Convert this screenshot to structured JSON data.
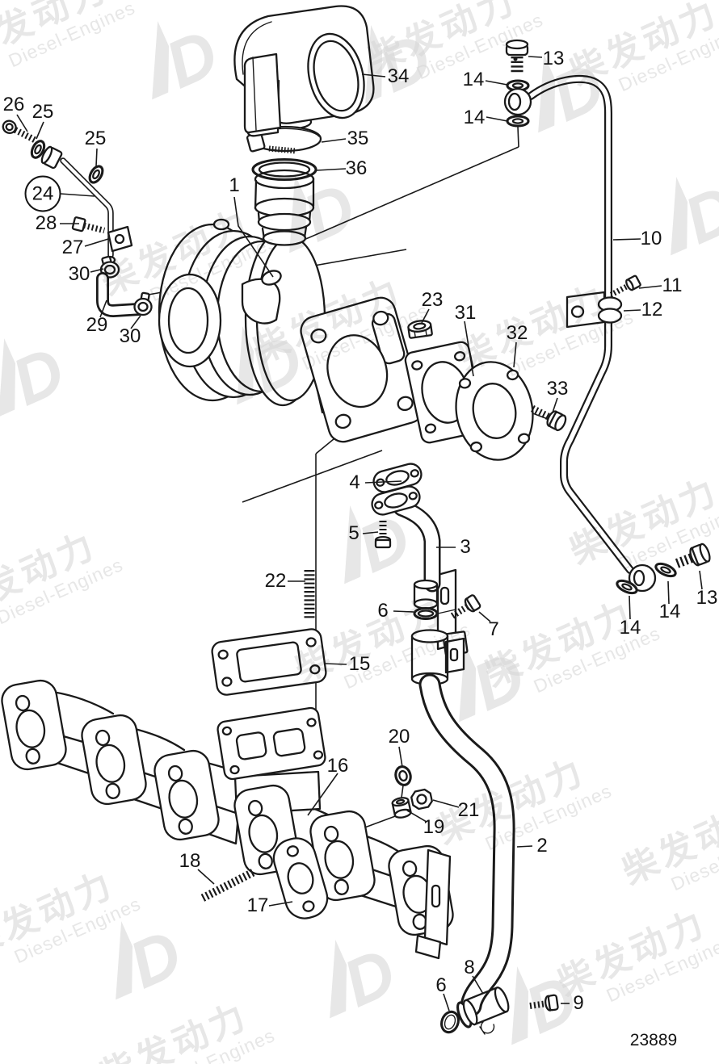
{
  "diagram": {
    "drawing_number": "23889",
    "watermark": {
      "cn": "柴发动力",
      "en": "Diesel-Engines",
      "logo_letter": "D"
    },
    "callouts": [
      {
        "label": "1"
      },
      {
        "label": "2"
      },
      {
        "label": "3"
      },
      {
        "label": "4"
      },
      {
        "label": "5"
      },
      {
        "label": "6"
      },
      {
        "label": "6"
      },
      {
        "label": "7"
      },
      {
        "label": "8"
      },
      {
        "label": "9"
      },
      {
        "label": "10"
      },
      {
        "label": "11"
      },
      {
        "label": "12"
      },
      {
        "label": "13"
      },
      {
        "label": "13"
      },
      {
        "label": "14"
      },
      {
        "label": "14"
      },
      {
        "label": "14"
      },
      {
        "label": "14"
      },
      {
        "label": "15"
      },
      {
        "label": "16"
      },
      {
        "label": "17"
      },
      {
        "label": "18"
      },
      {
        "label": "19"
      },
      {
        "label": "20"
      },
      {
        "label": "21"
      },
      {
        "label": "22"
      },
      {
        "label": "23"
      },
      {
        "label": "24"
      },
      {
        "label": "25"
      },
      {
        "label": "25"
      },
      {
        "label": "26"
      },
      {
        "label": "27"
      },
      {
        "label": "28"
      },
      {
        "label": "29"
      },
      {
        "label": "30"
      },
      {
        "label": "30"
      },
      {
        "label": "31"
      },
      {
        "label": "32"
      },
      {
        "label": "33"
      },
      {
        "label": "34"
      },
      {
        "label": "35"
      },
      {
        "label": "36"
      }
    ]
  }
}
